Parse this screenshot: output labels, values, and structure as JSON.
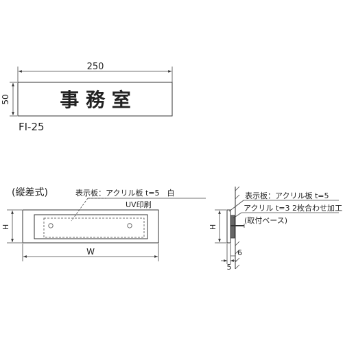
{
  "sign": {
    "text": "事 務 室",
    "width_dim": "250",
    "height_dim": "50",
    "model": "FI-25"
  },
  "front_view": {
    "title": "(縦差式)",
    "callout_line1": "表示板：アクリル板 t=5　白",
    "callout_line2": "UV印刷",
    "height_label": "H",
    "width_label": "W"
  },
  "side_view": {
    "callout_line1": "表示板：アクリル板 t=5",
    "callout_line2": "アクリル t=3  2枚合わせ加工",
    "callout_line3": "(取付ベース)",
    "height_label": "H",
    "dim_6": "6",
    "dim_5": "5"
  }
}
